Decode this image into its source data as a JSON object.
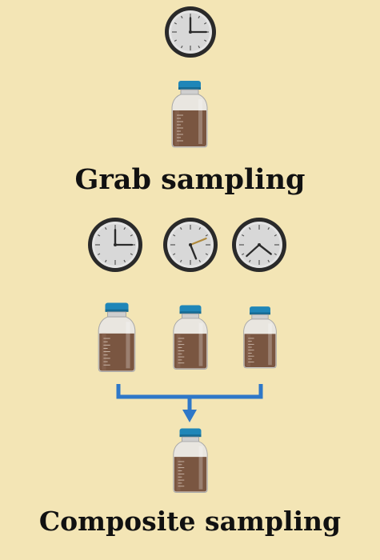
{
  "grab": {
    "title": "Grab sampling",
    "clock": {
      "hour_angle": 0,
      "minute_angle": 90,
      "hand_color": "#2b2b2b"
    }
  },
  "composite": {
    "title": "Composite sampling",
    "clocks": [
      {
        "name": "clock-1",
        "hour_angle": 0,
        "minute_angle": 90,
        "minute_color": "#2b2b2b"
      },
      {
        "name": "clock-2",
        "hour_angle": 158,
        "minute_angle": 68,
        "minute_color": "#b08a3c"
      },
      {
        "name": "clock-3",
        "hour_angle": 128,
        "minute_angle": 228,
        "minute_color": "#2b2b2b"
      }
    ],
    "arrow_color": "#2e77c8"
  },
  "colors": {
    "background": "#f3e5b5",
    "bottle_cap": "#1f86b8",
    "bottle_liquid": "#7a5641",
    "clock_rim": "#2a2a2a",
    "clock_face": "#e4e4e4"
  }
}
